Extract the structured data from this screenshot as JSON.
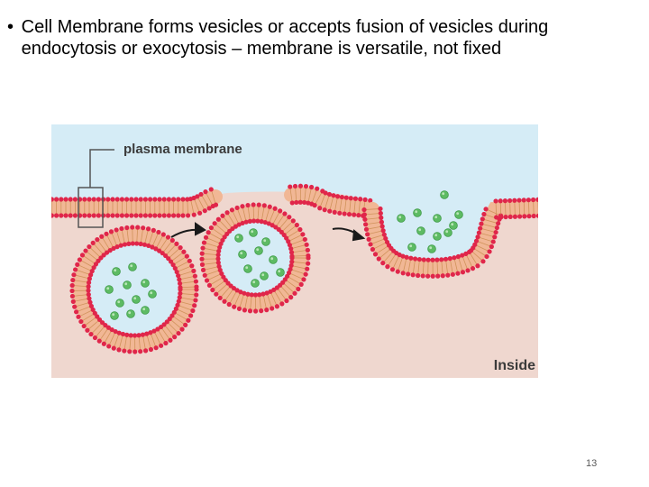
{
  "slide": {
    "bullet": "•",
    "text": "Cell Membrane forms vesicles or accepts fusion of vesicles during endocytosis or exocytosis – membrane is versatile, not fixed",
    "page_number": "13"
  },
  "figure": {
    "label_membrane": "plasma membrane",
    "label_inside": "Inside",
    "colors": {
      "outside": "#d5ecf6",
      "inside": "#efd7cf",
      "membrane_core": "#f1b795",
      "head": "#e0264a",
      "tail": "#c98a4e",
      "vesicle_content": "#5dbb63",
      "arrow": "#1a1a1a"
    },
    "icons": [
      "arrow-right-icon",
      "callout-box-icon"
    ]
  }
}
